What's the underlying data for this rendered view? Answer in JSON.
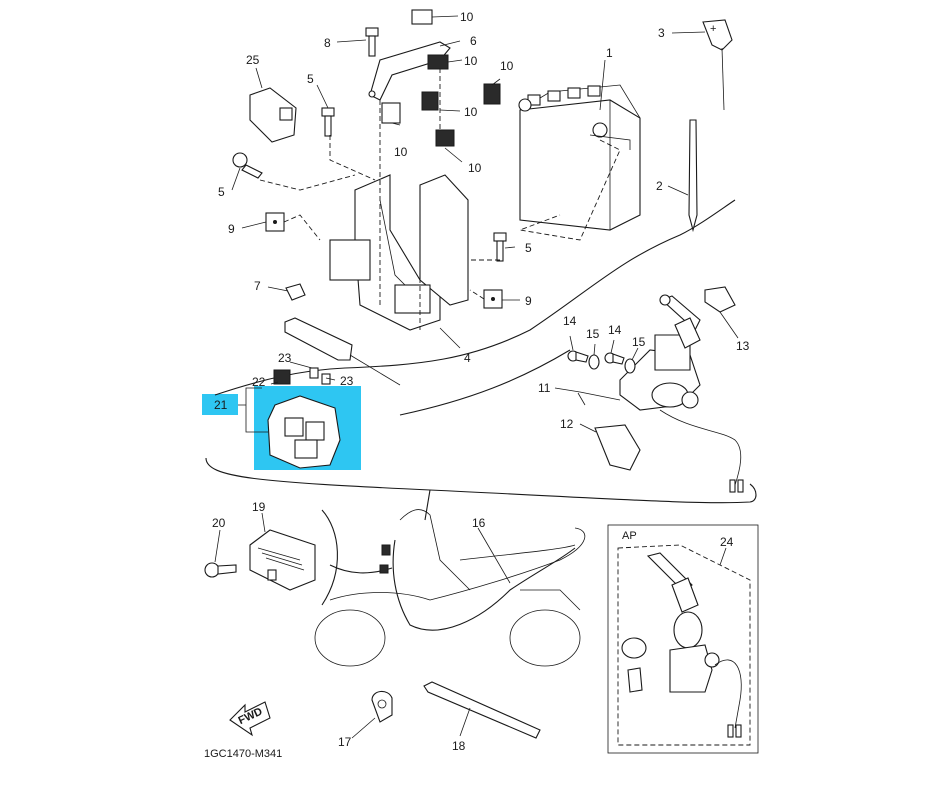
{
  "diagram": {
    "code": "1GC1470-M341",
    "fwd_label": "FWD",
    "ap_label": "AP",
    "highlight_color": "#2ec6f2",
    "callouts": {
      "c1": "1",
      "c2": "2",
      "c3": "3",
      "c4": "4",
      "c5a": "5",
      "c5b": "5",
      "c5c": "5",
      "c6": "6",
      "c7": "7",
      "c8": "8",
      "c9a": "9",
      "c9b": "9",
      "c10a": "10",
      "c10b": "10",
      "c10c": "10",
      "c10d": "10",
      "c10e": "10",
      "c10f": "10",
      "c11": "11",
      "c12": "12",
      "c13": "13",
      "c14a": "14",
      "c14b": "14",
      "c15a": "15",
      "c15b": "15",
      "c16": "16",
      "c17": "17",
      "c18": "18",
      "c19": "19",
      "c20": "20",
      "c21": "21",
      "c22": "22",
      "c23a": "23",
      "c23b": "23",
      "c24": "24",
      "c25": "25"
    }
  }
}
